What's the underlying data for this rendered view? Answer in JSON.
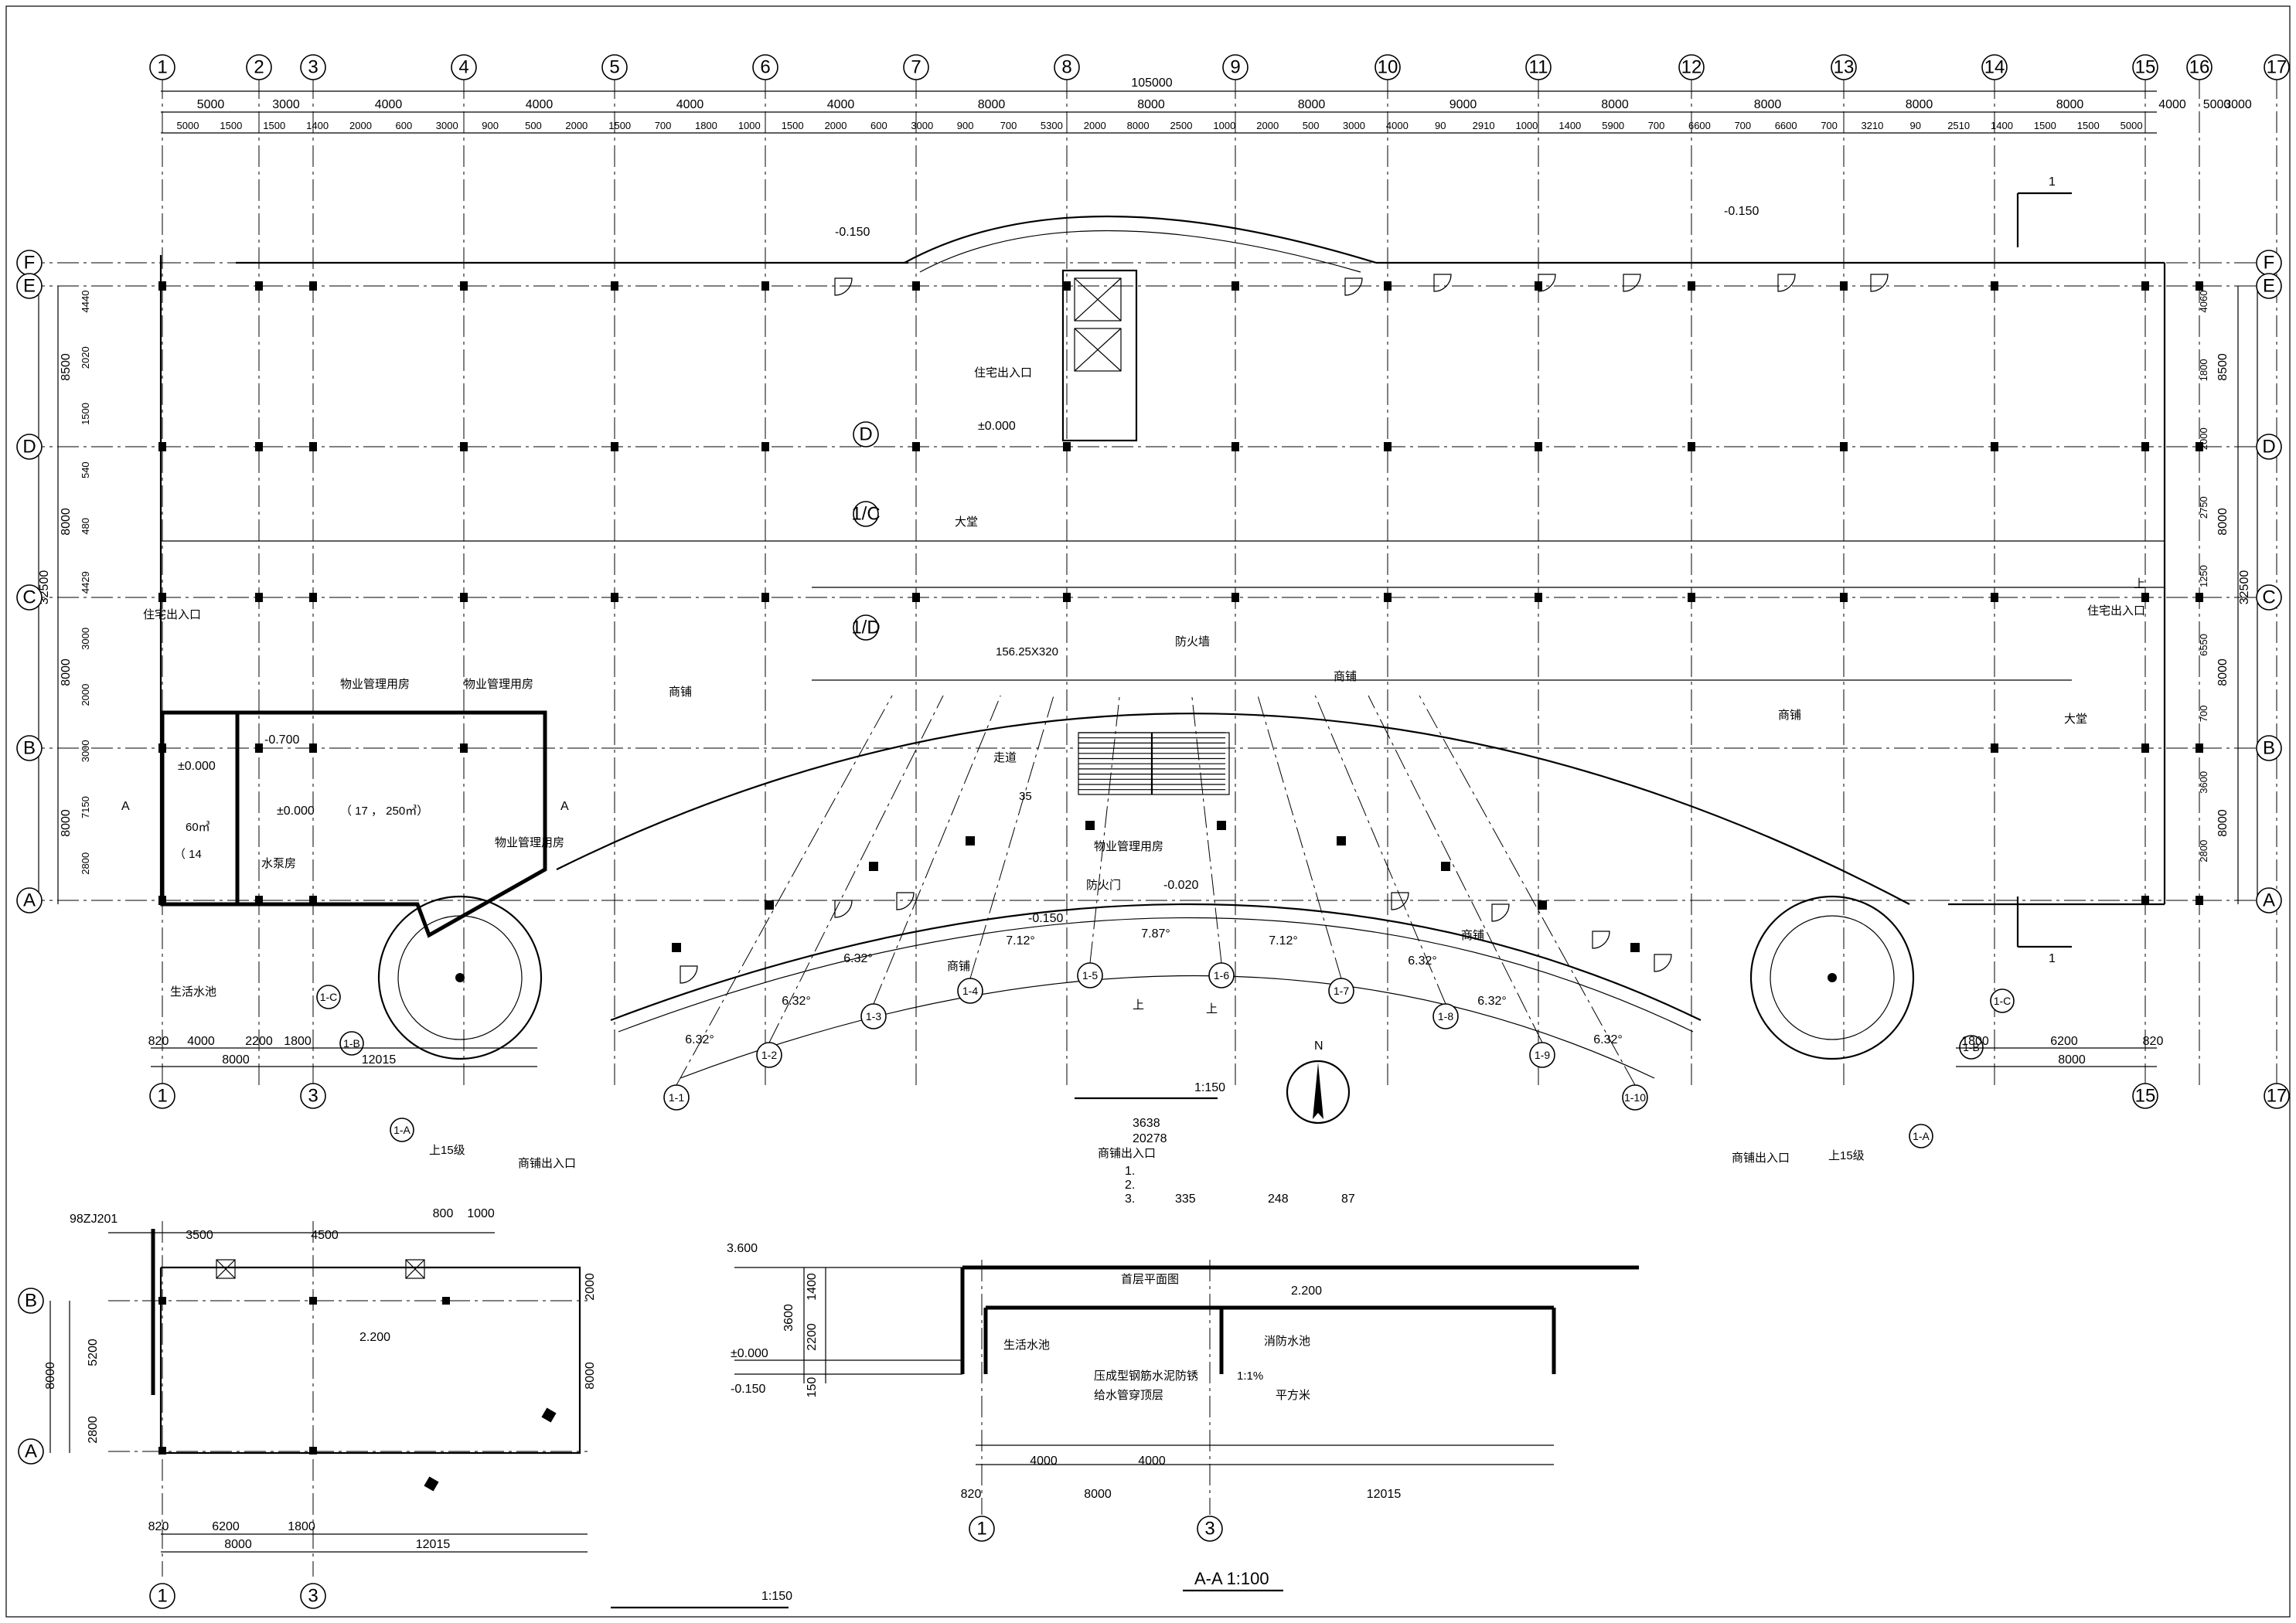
{
  "drawing": {
    "plan_scale": "1:150",
    "section_title": "A-A  1:100",
    "detail_scale": "1:150",
    "section_slab_label": "首层平面图"
  },
  "axes": {
    "horizontal": [
      "1",
      "2",
      "3",
      "4",
      "5",
      "6",
      "7",
      "8",
      "9",
      "10",
      "11",
      "12",
      "13",
      "14",
      "15",
      "16",
      "17"
    ],
    "vertical": [
      "F",
      "E",
      "D",
      "C",
      "B",
      "A"
    ],
    "curved": [
      "1-1",
      "1-2",
      "1-3",
      "1-4",
      "1-5",
      "1-6",
      "1-7",
      "1-8",
      "1-9",
      "1-10"
    ],
    "sub": [
      "1/C",
      "1/D",
      "1-A",
      "1-B",
      "1-C"
    ]
  },
  "dimensions": {
    "overall_width": "105000",
    "overall_depth": "32500",
    "top_row1": [
      "5000",
      "3000",
      "4000",
      "4000",
      "4000",
      "4000",
      "8000",
      "8000",
      "8000",
      "9000",
      "8000",
      "8000",
      "8000",
      "8000",
      "4000",
      "3000",
      "5000"
    ],
    "top_row2": [
      "5000",
      "1500",
      "1500",
      "1400",
      "2000",
      "600",
      "3000",
      "900",
      "500",
      "2000",
      "1500",
      "700",
      "1800",
      "1000",
      "1500",
      "2000",
      "600",
      "3000",
      "900",
      "700",
      "5300",
      "2000",
      "8000",
      "2500",
      "1000",
      "2000",
      "500",
      "3000",
      "4000",
      "90",
      "2910",
      "1000",
      "1400",
      "5900",
      "700",
      "6600",
      "700",
      "6600",
      "700",
      "3210",
      "90",
      "2510",
      "1400",
      "1500",
      "1500",
      "5000"
    ],
    "left_side": [
      "8500",
      "8000",
      "8000",
      "8000"
    ],
    "left_sub": [
      "4440",
      "2020",
      "1500",
      "540",
      "480",
      "4429",
      "3000",
      "2000",
      "3000",
      "7150",
      "2800"
    ],
    "right_side": [
      "8500",
      "8000",
      "8000",
      "8000"
    ],
    "right_sub": [
      "4060",
      "1800",
      "2000",
      "2750",
      "1250",
      "6550",
      "700",
      "3600",
      "2800"
    ],
    "bottom_left": [
      "820",
      "4000",
      "2200",
      "1800",
      "8000",
      "12015"
    ],
    "bottom_right": [
      "1800",
      "6200",
      "820",
      "8000"
    ],
    "angles": [
      "6.32°",
      "6.32°",
      "6.32°",
      "7.12°",
      "7.87°",
      "7.12°",
      "6.32°",
      "6.32°",
      "6.32°"
    ]
  },
  "levels": {
    "ground": "±0.000",
    "outside": "-0.150",
    "sunken": "-0.700",
    "pool_floor": "-0.020",
    "roof": "3.600",
    "roof2": "2.200"
  },
  "labels": {
    "pool_life": "生活水池",
    "pool_fire": "消防水池",
    "pump": "水泵房",
    "entry_left": "住宅出入口",
    "entry_res": "商铺出入口",
    "shop": "商铺",
    "stair": "上",
    "stair_note": "上15级",
    "room_value": "（ 17 ，   250㎥）",
    "room_small": "60㎥",
    "room_14": "（ 14",
    "manage": "物业管理用房",
    "lobby": "大堂",
    "fire_wall": "防火墙",
    "corridor": "走道",
    "north": "N",
    "section_dim": "156.25X320",
    "dim_35": "35",
    "fire_door": "防火门"
  },
  "notes": {
    "area1": "3638",
    "area2": "20278",
    "items": [
      "1.",
      "2.",
      "3."
    ],
    "n3_values": [
      "335",
      "248",
      "87"
    ],
    "section_notes": [
      "生活水池",
      "消防水池",
      "压成型钢筋水泥防锈",
      "给水管穿顶层",
      "平方米",
      "1:1%"
    ]
  },
  "section": {
    "heights": [
      "1400",
      "3600",
      "2200",
      "150"
    ],
    "spans": [
      "4000",
      "4000",
      "8000",
      "12015",
      "820"
    ],
    "axes": [
      "1",
      "3"
    ]
  },
  "detail": {
    "axes_h": [
      "1",
      "3"
    ],
    "axes_v": [
      "B",
      "A"
    ],
    "dims_top": [
      "3500",
      "4500",
      "800",
      "1000"
    ],
    "dims_left": [
      "8000",
      "5200",
      "2800"
    ],
    "dims_bottom": [
      "820",
      "6200",
      "1800",
      "8000",
      "12015"
    ],
    "right_dims": [
      "2000",
      "8000"
    ],
    "level": "2.200",
    "code": "98ZJ201"
  }
}
